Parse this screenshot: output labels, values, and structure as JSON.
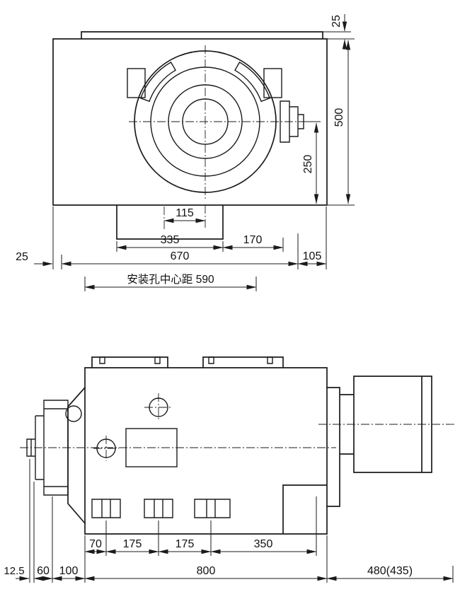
{
  "drawing": {
    "ink_color": "#1b1b1b",
    "top_view": {
      "d25t": "25",
      "d500": "500",
      "d250": "250",
      "d115": "115",
      "d335": "335",
      "d170": "170",
      "d25l": "25",
      "d670": "670",
      "d105": "105",
      "mount": "安装孔中心距 590"
    },
    "side_view": {
      "d70": "70",
      "d175a": "175",
      "d175b": "175",
      "d350": "350",
      "d12_5": "12.5",
      "d60": "60",
      "d100": "100",
      "d800": "800",
      "d480": "480(435)"
    }
  }
}
